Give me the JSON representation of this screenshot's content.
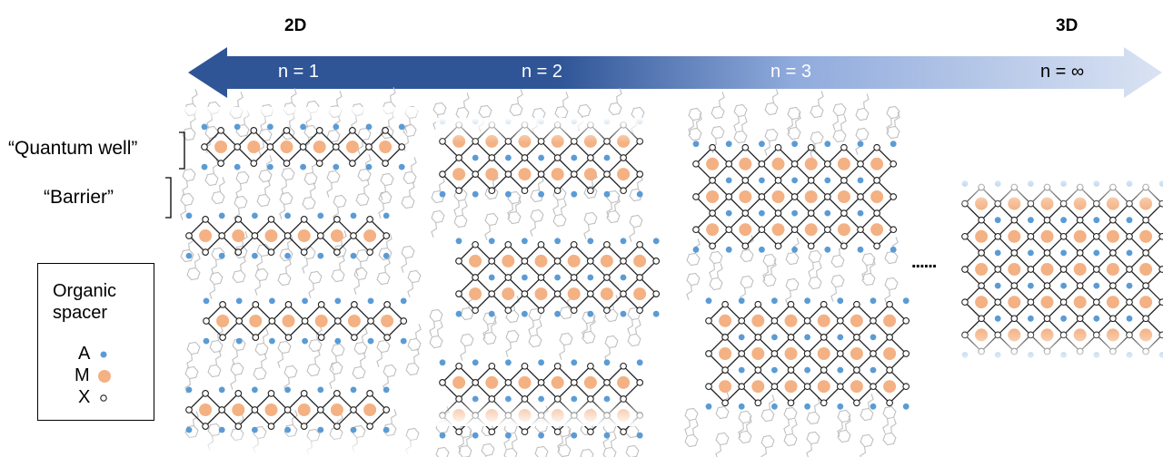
{
  "dimension_labels": {
    "left": "2D",
    "right": "3D"
  },
  "arrow": {
    "labels": [
      "n = 1",
      "n = 2",
      "n = 3",
      "n = ∞"
    ],
    "color_dark": "#2f5597",
    "color_light": "#dae3f3"
  },
  "annotations": {
    "quantum_well": "“Quantum well”",
    "barrier": "“Barrier”"
  },
  "legend": {
    "title_line1": "Organic",
    "title_line2": "spacer",
    "items": [
      {
        "label": "A",
        "symbol": "blue-dot",
        "color": "#5b9bd5"
      },
      {
        "label": "M",
        "symbol": "orange-dot",
        "color": "#f4b183"
      },
      {
        "label": "X",
        "symbol": "open-circle",
        "color": "#ffffff"
      }
    ]
  },
  "ellipsis": "......",
  "colors": {
    "A": "#5b9bd5",
    "M": "#f4b183",
    "X": "#ffffff",
    "bond": "#222222",
    "spacer": "#bfbfbf"
  }
}
